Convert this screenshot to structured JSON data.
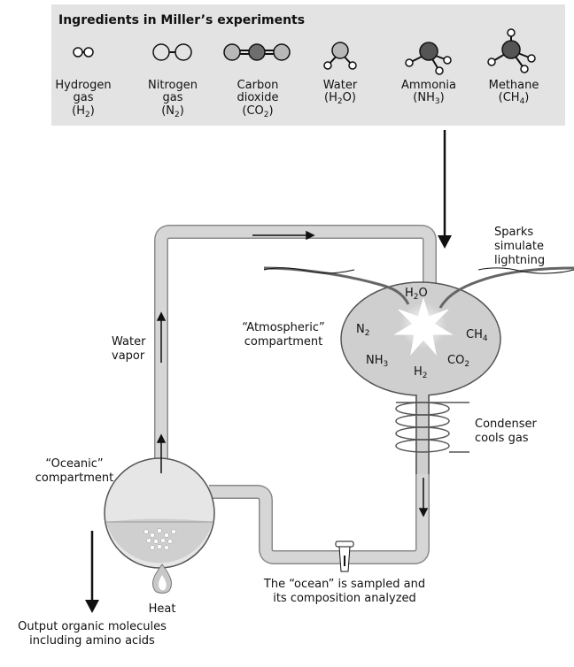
{
  "ingredients": {
    "title": "Ingredients in Miller’s experiments",
    "molecules": [
      {
        "icon": "hydrogen-molecule-icon",
        "line1": "Hydrogen",
        "line2": "gas",
        "formula": "H",
        "sub": "2",
        "after": ""
      },
      {
        "icon": "nitrogen-molecule-icon",
        "line1": "Nitrogen",
        "line2": "gas",
        "formula": "N",
        "sub": "2",
        "after": ""
      },
      {
        "icon": "carbon-dioxide-molecule-icon",
        "line1": "Carbon",
        "line2": "dioxide",
        "formula": "CO",
        "sub": "2",
        "after": ""
      },
      {
        "icon": "water-molecule-icon",
        "line1": "Water",
        "line2": "",
        "formula": "H",
        "sub": "2",
        "after": "O"
      },
      {
        "icon": "ammonia-molecule-icon",
        "line1": "Ammonia",
        "line2": "",
        "formula": "NH",
        "sub": "3",
        "after": ""
      },
      {
        "icon": "methane-molecule-icon",
        "line1": "Methane",
        "line2": "",
        "formula": "CH",
        "sub": "4",
        "after": ""
      }
    ]
  },
  "labels": {
    "sparks": [
      "Sparks",
      "simulate",
      "lightning"
    ],
    "atmospheric": [
      "“Atmospheric”",
      "compartment"
    ],
    "water_vapor": [
      "Water",
      "vapor"
    ],
    "condenser": [
      "Condenser",
      "cools gas"
    ],
    "oceanic": [
      "“Oceanic”",
      "compartment"
    ],
    "heat": "Heat",
    "ocean_sampled": [
      "The “ocean” is sampled and",
      "its composition analyzed"
    ],
    "output": [
      "Output organic molecules",
      "including amino acids"
    ]
  },
  "gases": {
    "h2o": {
      "base": "H",
      "sub": "2",
      "after": "O"
    },
    "n2": {
      "base": "N",
      "sub": "2"
    },
    "ch4": {
      "base": "CH",
      "sub": "4"
    },
    "nh3": {
      "base": "NH",
      "sub": "3"
    },
    "co2": {
      "base": "CO",
      "sub": "2"
    },
    "h2": {
      "base": "H",
      "sub": "2"
    }
  },
  "colors": {
    "panel": "#e3e3e3",
    "tube": "#d6d6d6",
    "tube_outline": "#8a8a8a",
    "flask": "#cfcfcf",
    "molecule_light": "#b8b8b8",
    "molecule_dark": "#555555"
  }
}
